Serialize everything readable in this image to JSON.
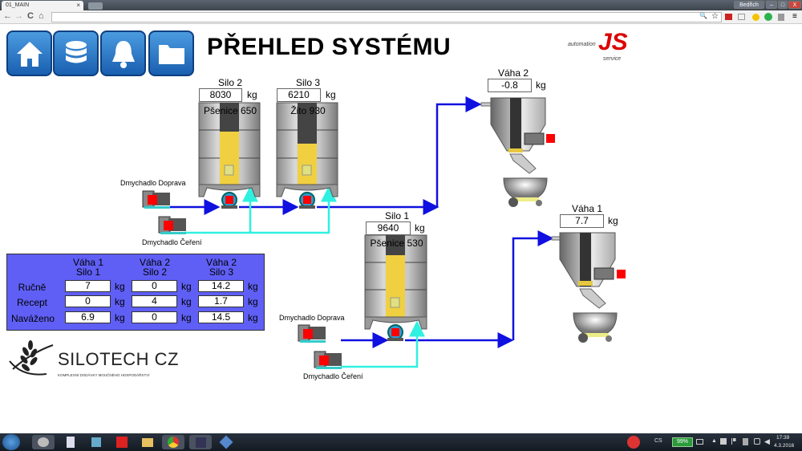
{
  "browser": {
    "tab_title": "01_MAIN",
    "tab_close": "×",
    "user_label": "Bedřich",
    "minimize": "–",
    "maximize": "□",
    "close": "X",
    "back": "←",
    "forward": "→",
    "reload": "C",
    "home": "⌂",
    "url": "",
    "zoom_icon": "🔍",
    "star": "☆",
    "menu": "≡"
  },
  "nav": [
    {
      "name": "home"
    },
    {
      "name": "database"
    },
    {
      "name": "alarms"
    },
    {
      "name": "files"
    }
  ],
  "title": "PŘEHLED SYSTÉMU",
  "brand_logo": {
    "text": "JS",
    "sub1": "automation",
    "sub2": "service"
  },
  "unit": "kg",
  "silos": {
    "silo2": {
      "label": "Silo 2",
      "value": "8030",
      "product": "Pšenice 650",
      "fill": 0.65
    },
    "silo3": {
      "label": "Silo 3",
      "value": "6210",
      "product": "Žito 930",
      "fill": 0.5
    },
    "silo1": {
      "label": "Silo 1",
      "value": "9640",
      "product": "Pšenice 530",
      "fill": 0.7
    }
  },
  "blowers": {
    "transport_top": "Dmychadlo Doprava",
    "aeration_top": "Dmychadlo Čeření",
    "transport_bottom": "Dmychadlo Doprava",
    "aeration_bottom": "Dmychadlo Čeření"
  },
  "scales": {
    "vaha2": {
      "label": "Váha 2",
      "value": "-0.8"
    },
    "vaha1": {
      "label": "Váha 1",
      "value": "7.7"
    }
  },
  "table": {
    "columns": [
      {
        "l1": "Váha 1",
        "l2": "Silo 1"
      },
      {
        "l1": "Váha 2",
        "l2": "Silo 2"
      },
      {
        "l1": "Váha 2",
        "l2": "Silo 3"
      }
    ],
    "rows": [
      {
        "label": "Ručně",
        "values": [
          "7",
          "0",
          "14.2"
        ]
      },
      {
        "label": "Recept",
        "values": [
          "0",
          "4",
          "1.7"
        ]
      },
      {
        "label": "Naváženo",
        "values": [
          "6.9",
          "0",
          "14.5"
        ]
      }
    ]
  },
  "silotech": {
    "name": "SILOTECH CZ",
    "tagline": "KOMPLEXNÍ DODÁVKY MOUČNÉHO HOSPODÁŘSTVÍ"
  },
  "taskbar": {
    "lang": "CS",
    "battery": "99%",
    "time": "17:39",
    "date": "4.3.2016"
  },
  "colors": {
    "pipe_transport": "#1010e0",
    "pipe_aeration": "#30f0e0",
    "panel": "#5f5ff5",
    "nav_button": "#2a74c8",
    "grain": "#f0d040",
    "motor": "#ff0000"
  }
}
